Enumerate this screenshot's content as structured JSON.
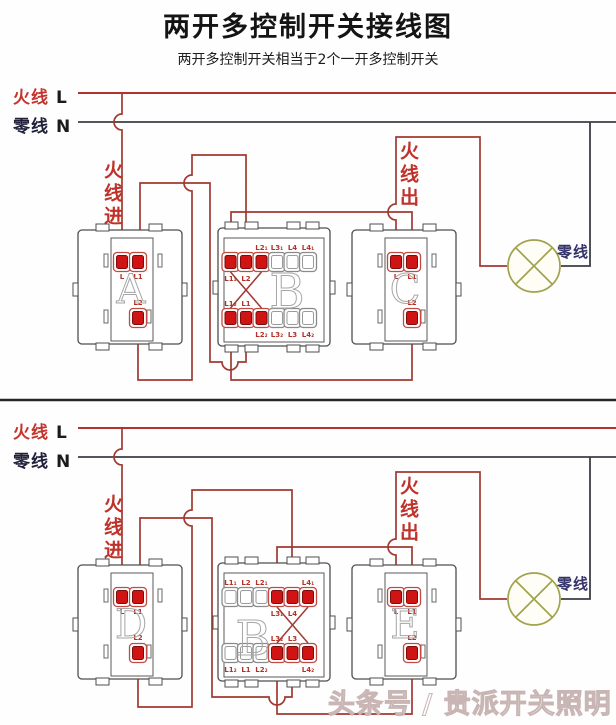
{
  "header": {
    "title": "两开多控制开关接线图",
    "subtitle": "两开多控制开关相当于2个一开多控制开关"
  },
  "power": {
    "live": "火线",
    "live_code": "L",
    "neutral": "零线",
    "neutral_code": "N"
  },
  "flow_labels": {
    "live_in": "火线进",
    "live_out": "火线出",
    "lamp_neutral": "零线"
  },
  "watermark": "头条号 / 贵派开关照明",
  "colors": {
    "wire_live": "#a03a32",
    "wire_neutral": "#3d3d46",
    "terminal_red": "#d01414",
    "lamp_olive": "#a2a24e",
    "label_red": "#b03228",
    "label_navy": "#34346a"
  },
  "switches": {
    "singles": [
      {
        "letter": "A",
        "terminals": [
          "L",
          "L1",
          "L2"
        ]
      },
      {
        "letter": "C",
        "terminals": [
          "L",
          "L1",
          "L2"
        ]
      },
      {
        "letter": "D",
        "terminals": [
          "L",
          "L1",
          "L2"
        ]
      },
      {
        "letter": "E",
        "terminals": [
          "L",
          "L1",
          "L2"
        ]
      }
    ],
    "doubles": [
      {
        "letter": "B",
        "row1_above": [
          "",
          "",
          "L2₁",
          "L3₁",
          "L4",
          "L4₁"
        ],
        "row1_below": [
          "L1₁",
          "L2",
          "",
          "",
          "",
          ""
        ],
        "row2_above": [
          "L1₂",
          "L1",
          "",
          "",
          "",
          ""
        ],
        "row2_below": [
          "",
          "",
          "L2₂",
          "L3₂",
          "L3",
          "L4₂"
        ],
        "row1_active": [
          true,
          true,
          true,
          false,
          false,
          false
        ],
        "row2_active": [
          true,
          true,
          true,
          false,
          false,
          false
        ]
      },
      {
        "letter": "B",
        "row1_above": [
          "L1₁",
          "L2",
          "L2₁",
          "",
          "",
          "L4₁"
        ],
        "row1_below": [
          "",
          "",
          "",
          "L3₁",
          "L4",
          ""
        ],
        "row2_above": [
          "",
          "",
          "",
          "L3₂",
          "L3",
          ""
        ],
        "row2_below": [
          "L1₂",
          "L1",
          "L2₂",
          "",
          "",
          "L4₂"
        ],
        "row1_active": [
          false,
          false,
          false,
          true,
          true,
          true
        ],
        "row2_active": [
          false,
          false,
          false,
          true,
          true,
          true
        ]
      }
    ]
  }
}
